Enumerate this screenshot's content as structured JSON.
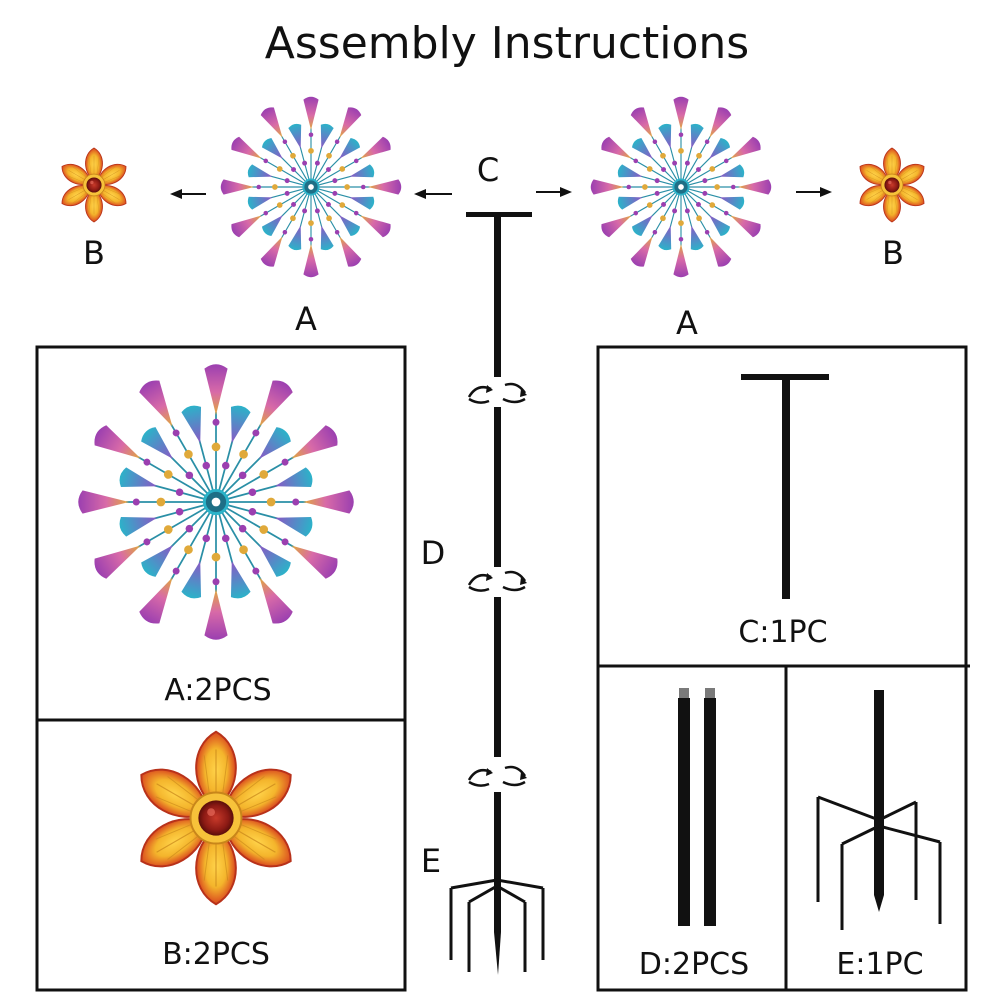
{
  "title": "Assembly Instructions",
  "labels": {
    "wheel": "A",
    "flower": "B",
    "t_handle": "C",
    "pole": "D",
    "stake": "E"
  },
  "parts": {
    "a": "A:2PCS",
    "b": "B:2PCS",
    "c": "C:1PC",
    "d": "D:2PCS",
    "e": "E:1PC"
  },
  "colors": {
    "frame": "#111111",
    "pole": "#111111",
    "petal_outer": "#d9461e",
    "petal_inner": "#f4b52c",
    "center": "#8c1a14",
    "spoke": "#2a8fa6",
    "tip_teal": "#2bb3c9",
    "tip_purple": "#9b3fb0",
    "tip_gold": "#e0a93a"
  },
  "icons": [
    "wheel-icon",
    "flower-icon",
    "t-handle-icon",
    "pole-icon",
    "ground-stake-icon",
    "twist-arrows-icon",
    "arrow-left-icon",
    "arrow-right-icon"
  ]
}
